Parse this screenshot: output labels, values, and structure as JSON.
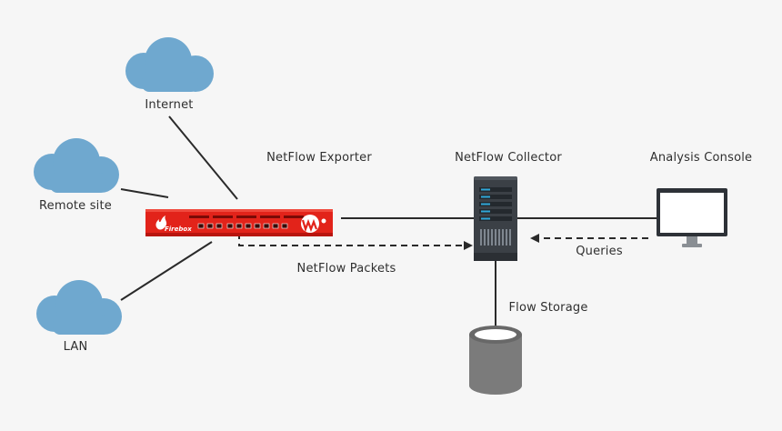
{
  "labels": {
    "internet": "Internet",
    "remote_site": "Remote site",
    "lan": "LAN",
    "exporter": "NetFlow Exporter",
    "collector": "NetFlow Collector",
    "console": "Analysis Console",
    "packets": "NetFlow Packets",
    "queries": "Queries",
    "storage": "Flow Storage"
  },
  "device_brand": "Firebox",
  "colors": {
    "background": "#f6f6f6",
    "cloud": "#6fa8cf",
    "firebox_red": "#e2231a",
    "server_dark": "#3b4046",
    "server_accent": "#2fa7d8",
    "storage_gray": "#7b7b7b",
    "line": "#2a2a2a"
  },
  "icons": [
    "cloud-icon",
    "firewall-icon",
    "server-icon",
    "monitor-icon",
    "database-icon"
  ]
}
